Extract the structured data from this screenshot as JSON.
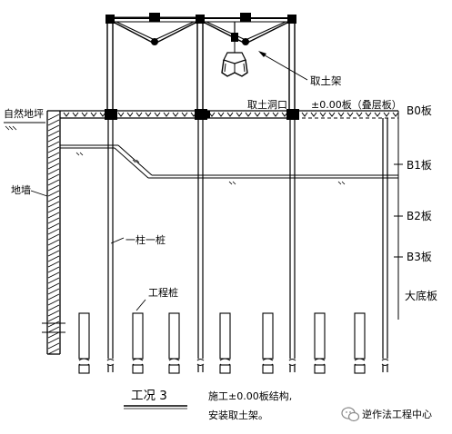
{
  "labels": {
    "extract_frame": "取土架",
    "extract_hole": "取土洞口",
    "level_zero": "±0.00板（叠层板）",
    "natural_ground": "自然地坪",
    "diaphragm_wall": "地墙",
    "column_pile": "一柱一桩",
    "engineering_pile": "工程桩",
    "b0": "B0板",
    "b1": "B1板",
    "b2": "B2板",
    "b3": "B3板",
    "base_slab": "大底板"
  },
  "caption": {
    "title": "工况 3",
    "line1": "施工±0.00板结构,",
    "line2": "安装取土架。"
  },
  "watermark": {
    "text": "逆作法工程中心"
  }
}
